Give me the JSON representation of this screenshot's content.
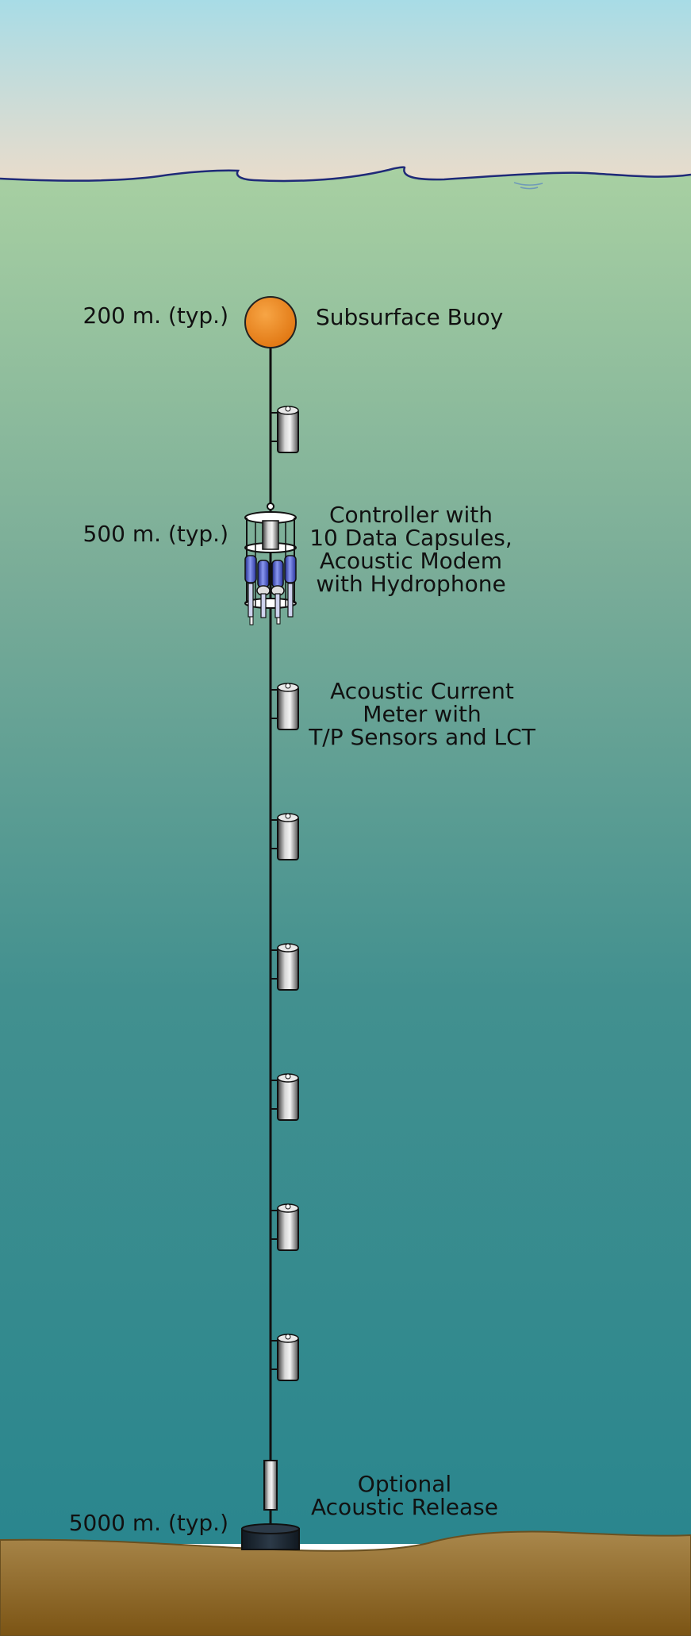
{
  "depths": {
    "buoy": "200 m. (typ.)",
    "controller": "500 m. (typ.)",
    "bottom": "5000 m. (typ.)"
  },
  "labels": {
    "buoy": "Subsurface Buoy",
    "controller": [
      "Controller with",
      "10 Data Capsules,",
      "Acoustic Modem",
      "with Hydrophone"
    ],
    "current_meter": [
      "Acoustic Current",
      "Meter with",
      "T/P Sensors and LCT"
    ],
    "release": [
      "Optional",
      "Acoustic Release"
    ]
  },
  "colors": {
    "sky_top": "#a8dce6",
    "sky_bottom": "#e8dccc",
    "water_top": "#a6cfa2",
    "water_mid": "#4a9a98",
    "water_bottom": "#2a8690",
    "seabed_top": "#a8864a",
    "seabed_bottom": "#7d5616",
    "buoy": "#ef8a1e",
    "capsule_blue": "#3b4ed8",
    "waterline": "#1f2a78"
  }
}
